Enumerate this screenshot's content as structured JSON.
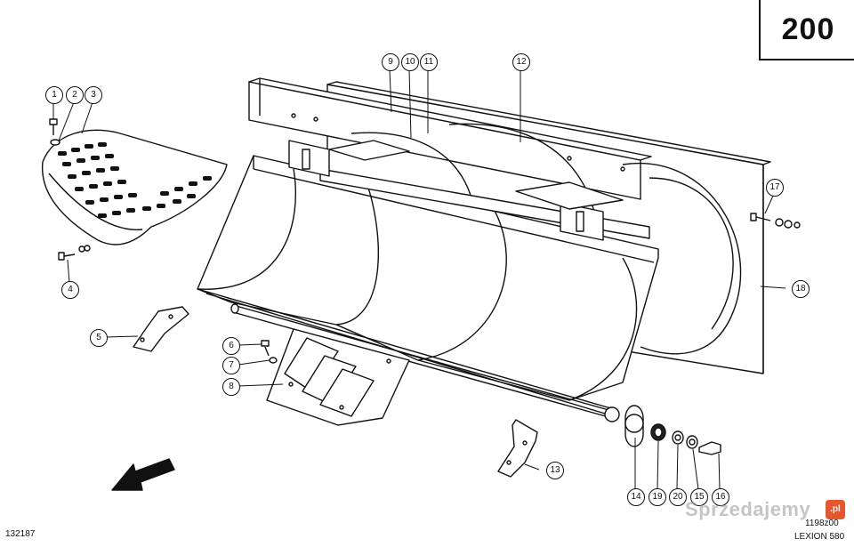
{
  "page_number": "200",
  "drawing_number": "132187",
  "reference_code": "1198z00",
  "model": "LEXION 580",
  "watermark": "Sprzedajemy",
  "watermark_badge": ".pl",
  "callouts": [
    "1",
    "2",
    "3",
    "4",
    "5",
    "6",
    "7",
    "8",
    "9",
    "10",
    "11",
    "12",
    "13",
    "14",
    "15",
    "16",
    "17",
    "18",
    "19",
    "20"
  ]
}
